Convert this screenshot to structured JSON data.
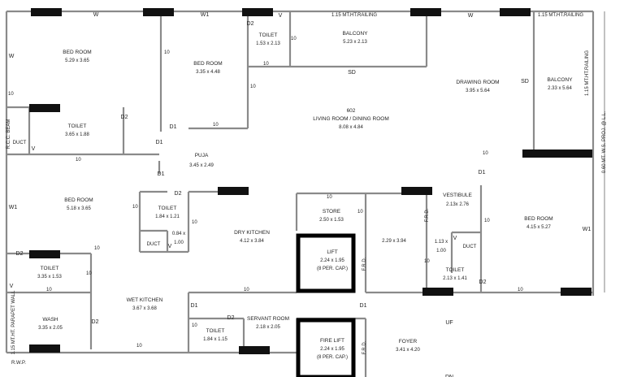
{
  "rooms": {
    "bed1": {
      "name": "BED ROOM",
      "dim": "5.29 x 3.65"
    },
    "bed2": {
      "name": "BED ROOM",
      "dim": "3.35 x 4.48"
    },
    "toilet_top": {
      "name": "TOILET",
      "dim": "1.53 x 2.13"
    },
    "balcony_top": {
      "name": "BALCONY",
      "dim": "5.23 x 2.13"
    },
    "drawing": {
      "name": "DRAWING ROOM",
      "dim": "3.95 x 5.64"
    },
    "balcony_right": {
      "name": "BALCONY",
      "dim": "2.33 x 5.64"
    },
    "living": {
      "number": "602",
      "name": "LIVING ROOM / DINING ROOM",
      "dim": "8.08 x 4.84"
    },
    "toilet_left": {
      "name": "TOILET",
      "dim": "3.65 x 1.88"
    },
    "puja": {
      "name": "PUJA",
      "dim": "3.45 x 2.49"
    },
    "bed3": {
      "name": "BED ROOM",
      "dim": "5.18 x 3.65"
    },
    "toilet_mid": {
      "name": "TOILET",
      "dim": "1.84 x 1.21"
    },
    "dry_kitchen": {
      "name": "DRY KITCHEN",
      "dim": "4.12 x 3.84"
    },
    "store": {
      "name": "STORE",
      "dim": "2.50 x 1.53"
    },
    "vestibule": {
      "name": "VESTIBULE",
      "dim": "2.13x 2.76"
    },
    "bed4": {
      "name": "BED ROOM",
      "dim": "4.15 x 5.27"
    },
    "toilet_low_left": {
      "name": "TOILET",
      "dim": "3.35 x 1.53"
    },
    "lift": {
      "name": "LIFT",
      "dim": "2.24 x 1.95",
      "note": "(8 PER. CAP.)"
    },
    "lobby": {
      "dim": "2.29 x 3.94"
    },
    "toilet_right": {
      "name": "TOILET",
      "dim": "2.13 x 1.41"
    },
    "wet_kitchen": {
      "name": "WET KITCHEN",
      "dim": "3.67 x 3.68"
    },
    "wash": {
      "name": "WASH",
      "dim": "3.35 x 2.05"
    },
    "servant": {
      "name": "SERVANT ROOM",
      "dim": "2.18 x 2.05"
    },
    "toilet_servant": {
      "name": "TOILET",
      "dim": "1.84 x 1.15"
    },
    "fire_lift": {
      "name": "FIRE LIFT",
      "dim": "2.24 x 1.95",
      "note": "(8 PER. CAP.)"
    },
    "foyer": {
      "name": "FOYER",
      "dim": "3.41 x 4.20"
    }
  },
  "labels": {
    "w": "W",
    "w1": "W1",
    "v": "V",
    "d1": "D1",
    "d2": "D2",
    "sd": "SD",
    "ten": "10",
    "duct": "DUCT",
    "frd": "F.R.D.",
    "uf": "UF",
    "dn": "DN",
    "rwp": "R.W.P.",
    "railing": "1.15 MT.HT.RAILING",
    "rcc_beam": "R.C.C. BEAM",
    "parapet": "1.15 MT.HT. PARAPET WALL",
    "sill": "0.60 MT. W.S. PROJ. @ L.L.",
    "duct_mid_dim1": "0.84 x",
    "duct_mid_dim2": "1.00",
    "duct_right_dim1": "1.13 x",
    "duct_right_dim2": "1.00"
  }
}
